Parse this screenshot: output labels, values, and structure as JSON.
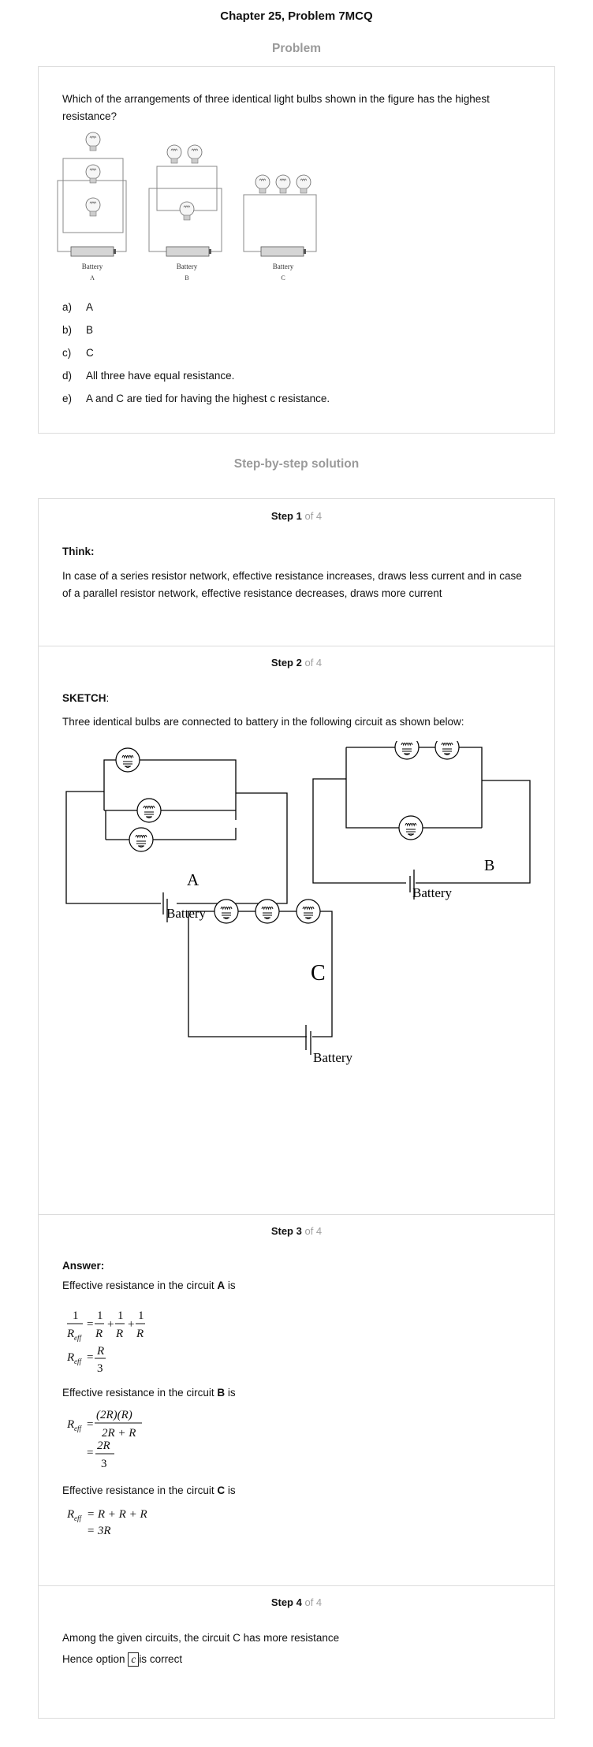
{
  "header": {
    "title": "Chapter 25, Problem 7MCQ",
    "problem_label": "Problem",
    "solution_label": "Step-by-step solution"
  },
  "problem": {
    "question": "Which of the arrangements of three identical light bulbs shown in the figure has the highest resistance?",
    "figure_labels": {
      "battery": "Battery",
      "a": "A",
      "b": "B",
      "c": "C"
    },
    "options": [
      {
        "letter": "a)",
        "text": "A"
      },
      {
        "letter": "b)",
        "text": "B"
      },
      {
        "letter": "c)",
        "text": "C"
      },
      {
        "letter": "d)",
        "text": "All three have equal resistance."
      },
      {
        "letter": "e)",
        "text": "A and C are tied for having the highest c resistance."
      }
    ]
  },
  "steps": [
    {
      "num": "Step 1",
      "of": "of 4",
      "heading": "Think:",
      "text": "In case of a series resistor network, effective resistance increases, draws less current and in case of a parallel resistor network, effective resistance decreases, draws more current"
    },
    {
      "num": "Step 2",
      "of": "of 4",
      "heading": "SKETCH",
      "heading_suffix": ":",
      "text": "Three identical bulbs are connected to battery in the following circuit as shown below:",
      "labels": {
        "a": "A",
        "b": "B",
        "c": "C",
        "battery": "Battery"
      }
    },
    {
      "num": "Step 3",
      "of": "of 4",
      "heading": "Answer:",
      "a_prefix": "Effective resistance in the circuit ",
      "a_letter": "A",
      "a_suffix": " is",
      "b_prefix": "Effective resistance in the circuit ",
      "b_letter": "B",
      "b_suffix": " is",
      "c_prefix": "Effective resistance in the circuit ",
      "c_letter": "C",
      "c_suffix": " is",
      "eq": {
        "one": "1",
        "r": "R",
        "reff_main": "R",
        "reff_sub": "eff",
        "three": "3",
        "two_r": "2R",
        "num_b": "(2R)(R)",
        "den_b": "2R + R",
        "eq_c1": "= R + R + R",
        "eq_c2": "= 3R",
        "eq": "=",
        "plus": "+"
      }
    },
    {
      "num": "Step 4",
      "of": "of 4",
      "text1": "Among the given circuits, the circuit C has more resistance",
      "text2_prefix": "Hence option ",
      "answer": "c",
      "text2_suffix": "is correct"
    }
  ]
}
